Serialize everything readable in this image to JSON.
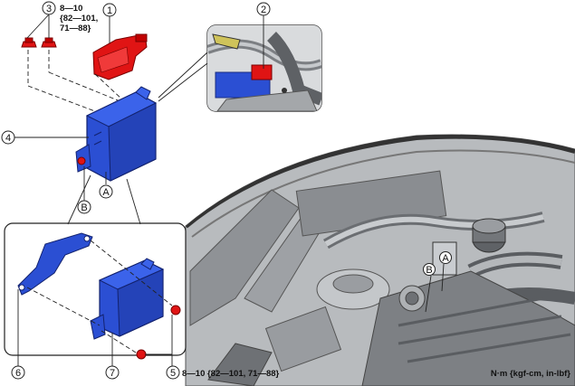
{
  "callouts": {
    "c1": "1",
    "c2": "2",
    "c3": "3",
    "c4": "4",
    "c5": "5",
    "c6": "6",
    "c7": "7",
    "cA": "A",
    "cB": "B",
    "cA2": "A",
    "cB2": "B"
  },
  "torque": {
    "top_line1": "8—10",
    "top_line2": "{82—101,",
    "top_line3": "71—88}",
    "bottom": "8—10 {82—101, 71—88}"
  },
  "units": "N·m {kgf-cm, in-lbf}",
  "colors": {
    "module_blue": "#2b4fd3",
    "part_red": "#e01414",
    "engine_gray": "#a4a7aa"
  }
}
